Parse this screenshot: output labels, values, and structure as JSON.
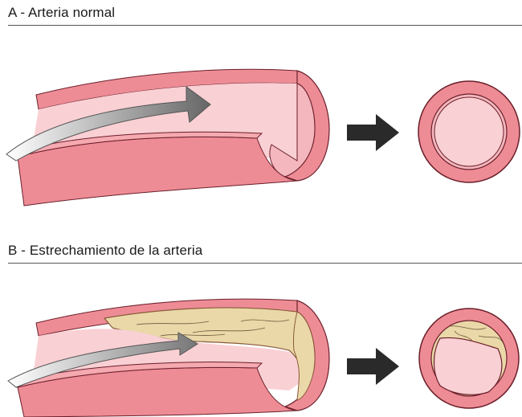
{
  "panels": [
    {
      "id": "A",
      "title": "A - Arteria normal"
    },
    {
      "id": "B",
      "title": "B - Estrechamiento de la arteria"
    }
  ],
  "colors": {
    "artery_wall": "#ee8c96",
    "artery_wall_light": "#f5a9b0",
    "artery_lumen": "#f9d0d4",
    "artery_edge": "#a83845",
    "plaque": "#ead8a8",
    "plaque_edge": "#8a6a3a",
    "arrow_flow_dark": "#6f6f6f",
    "arrow_flow_light": "#ffffff",
    "arrow_transition": "#2a2a2a"
  },
  "icons": {
    "flow_arrow": "blood-flow-arrow-icon",
    "transition_arrow": "right-arrow-icon"
  }
}
